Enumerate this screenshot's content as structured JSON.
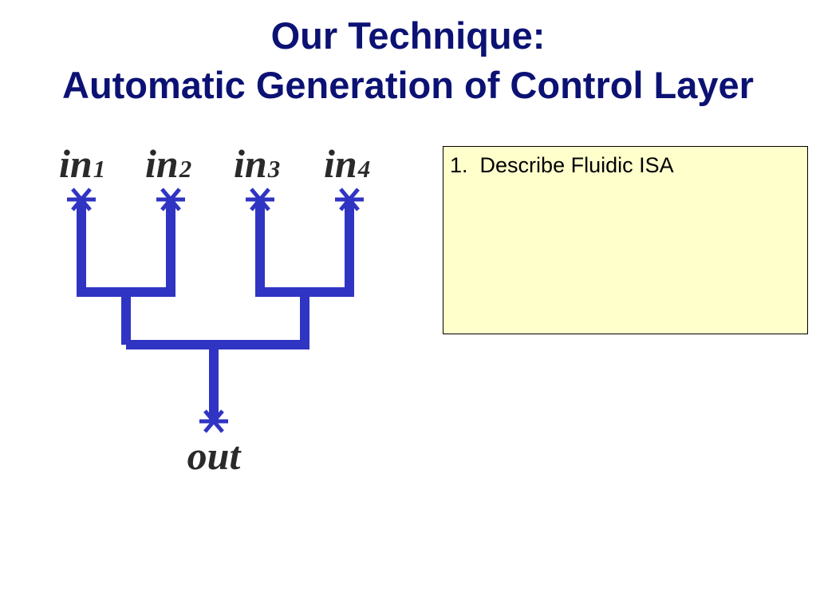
{
  "title": {
    "line1": "Our Technique:",
    "line2": "Automatic Generation of Control Layer"
  },
  "diagram": {
    "inputs": [
      {
        "label": "in",
        "sub": "1"
      },
      {
        "label": "in",
        "sub": "2"
      },
      {
        "label": "in",
        "sub": "3"
      },
      {
        "label": "in",
        "sub": "4"
      }
    ],
    "output": {
      "label": "out"
    },
    "colors": {
      "wire": "#3034c3",
      "label": "#2a2a2a"
    }
  },
  "note": {
    "items": [
      {
        "number": "1.",
        "text": "Describe Fluidic ISA"
      }
    ],
    "background": "#ffffcc"
  }
}
